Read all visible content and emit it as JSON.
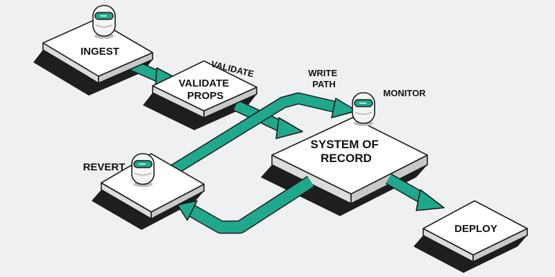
{
  "colors": {
    "background": "#eef0f2",
    "arrow": "#1fa88c",
    "arrow_outline": "#1a1a1a",
    "tile_top": "#ffffff",
    "tile_side": "#dcdcdc",
    "tile_shadow": "#1e1e1e",
    "robot_body": "#f4f4f4",
    "robot_visor": "#1fa88c"
  },
  "nodes": {
    "ingest": "INGEST",
    "validate_props": "VALIDATE\nPROPS",
    "system_of_record": "SYSTEM OF\nRECORD",
    "revert": "REVERT",
    "deploy": "DEPLOY"
  },
  "edges": {
    "validate": "VALIDATE",
    "write_path": "WRITE\nPATH",
    "monitor": "MONITOR"
  },
  "icons": {
    "ingest_robot": "robot-icon",
    "monitor_robot": "robot-icon",
    "revert_robot": "robot-icon"
  }
}
